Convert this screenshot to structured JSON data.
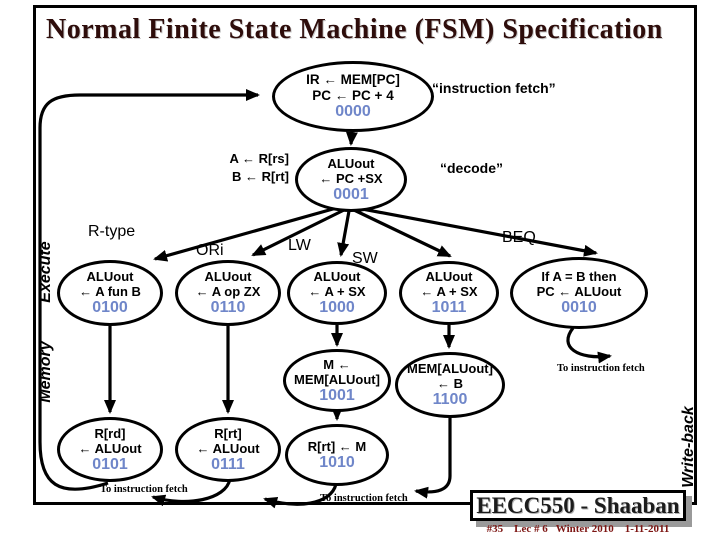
{
  "slide": {
    "title": "Normal Finite State Machine (FSM) Specification",
    "footer_box": "EECC550 - Shaaban",
    "footer_meta": "#35    Lec # 6   Winter 2010    1-11-2011"
  },
  "labels": {
    "instruction_fetch": "“instruction fetch”",
    "decode": "“decode”",
    "regfetch": "A ← R[rs]\nB ← R[rt]",
    "execute": "Execute",
    "memory": "Memory",
    "write_back": "Write-back",
    "to_fetch": "To instruction fetch"
  },
  "branches": [
    "R-type",
    "ORi",
    "LW",
    "SW",
    "BEQ"
  ],
  "states": {
    "fetch": {
      "lines": [
        "IR ← MEM[PC]",
        "PC ← PC + 4"
      ],
      "code": "0000"
    },
    "decode": {
      "lines": [
        "ALUout",
        "← PC +SX"
      ],
      "code": "0001"
    },
    "rtype_ex": {
      "lines": [
        "ALUout",
        "← A fun B"
      ],
      "code": "0100"
    },
    "ori_ex": {
      "lines": [
        "ALUout",
        "← A op ZX"
      ],
      "code": "0110"
    },
    "lw_ex": {
      "lines": [
        "ALUout",
        "← A + SX"
      ],
      "code": "1000"
    },
    "sw_ex": {
      "lines": [
        "ALUout",
        "← A + SX"
      ],
      "code": "1011"
    },
    "beq_ex": {
      "lines": [
        "If A = B then",
        "PC ← ALUout"
      ],
      "code": "0010"
    },
    "lw_mem": {
      "lines": [
        "M ←",
        "MEM[ALUout]"
      ],
      "code": "1001"
    },
    "sw_mem": {
      "lines": [
        "MEM[ALUout]",
        "← B"
      ],
      "code": "1100"
    },
    "rtype_wb": {
      "lines": [
        "R[rd]",
        "← ALUout"
      ],
      "code": "0101"
    },
    "ori_wb": {
      "lines": [
        "R[rt]",
        "← ALUout"
      ],
      "code": "0111"
    },
    "lw_wb": {
      "lines": [
        "R[rt] ← M"
      ],
      "code": "1010"
    }
  },
  "colors": {
    "state_code": "#6f86c9",
    "title": "#2e0d0b",
    "footer_meta": "#7d1613"
  }
}
